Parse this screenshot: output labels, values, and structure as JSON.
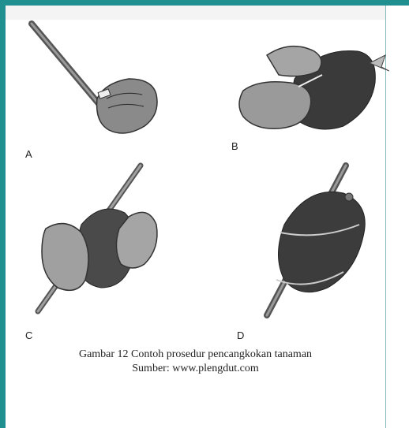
{
  "figure": {
    "panels": [
      {
        "letter": "A",
        "icon": "cutting-bark-illustration"
      },
      {
        "letter": "B",
        "icon": "filling-bag-illustration"
      },
      {
        "letter": "C",
        "icon": "wrapping-branch-illustration"
      },
      {
        "letter": "D",
        "icon": "tied-graft-illustration"
      }
    ],
    "caption": "Gambar 12 Contoh prosedur pencangkokan tanaman",
    "source": "Sumber: www.plengdut.com"
  },
  "colors": {
    "border": "#1f8f8f",
    "ink": "#222222"
  }
}
